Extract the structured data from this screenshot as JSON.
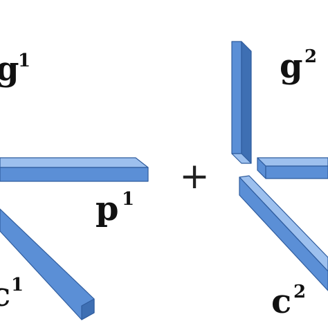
{
  "labels": {
    "left_top": {
      "base": "g",
      "sup": "1"
    },
    "left_mid": {
      "base": "p",
      "sup": "1"
    },
    "left_bottom": {
      "base": "c",
      "sup": "1"
    },
    "right_top": {
      "base": "g",
      "sup": "2"
    },
    "right_bottom": {
      "base": "c",
      "sup": "2"
    }
  },
  "operator": "+",
  "colors": {
    "bar_front": "#5b8fd6",
    "bar_top": "#9dc0ee",
    "bar_side": "#3e6fb3",
    "outline": "#2f5c9e"
  }
}
